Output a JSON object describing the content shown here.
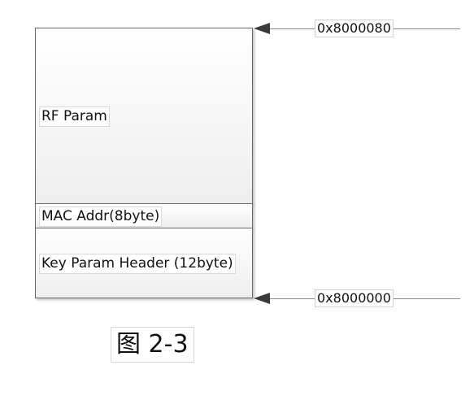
{
  "memory_map": {
    "blocks": [
      {
        "label": "RF Param"
      },
      {
        "label": "MAC Addr(8byte)"
      },
      {
        "label": "Key Param Header (12byte)"
      }
    ],
    "addresses": {
      "top": "0x8000080",
      "bottom": "0x8000000"
    }
  },
  "caption": "图 2-3"
}
